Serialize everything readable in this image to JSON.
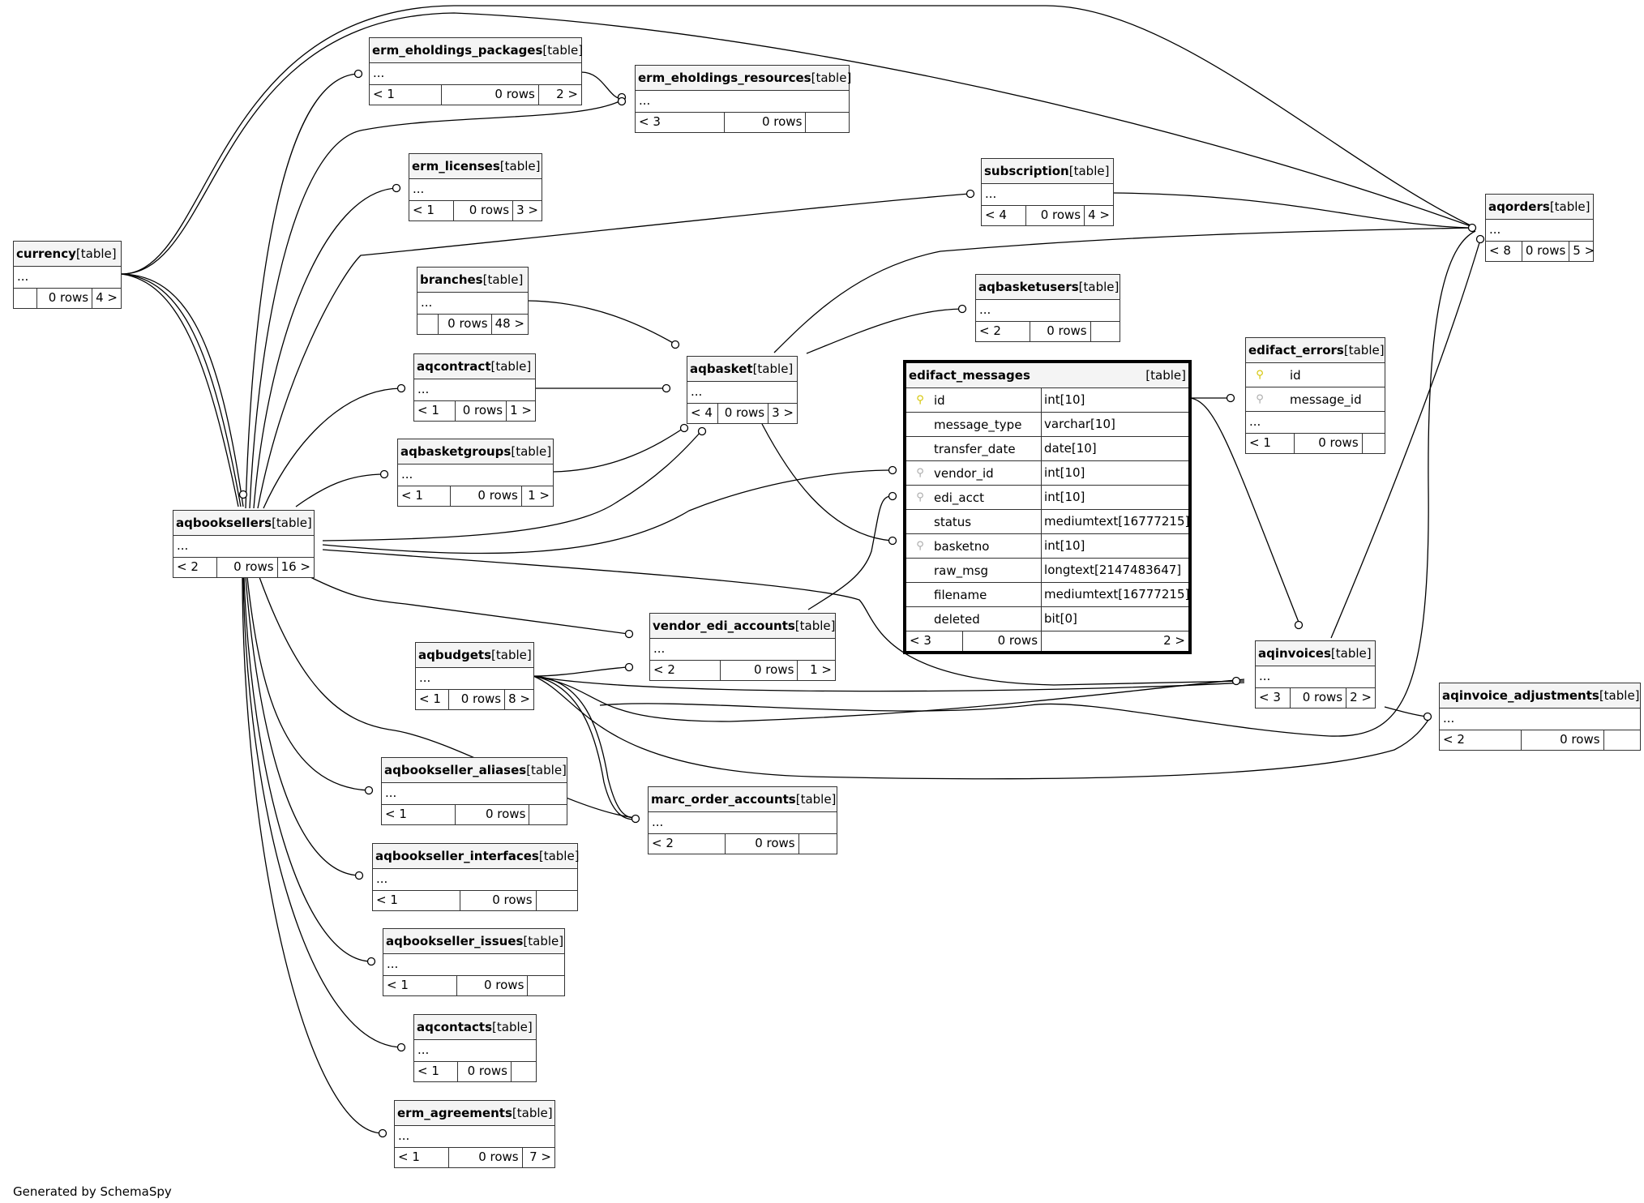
{
  "diagram": {
    "type_label": "[table]",
    "ellipsis": "...",
    "footer": "Generated by SchemaSpy",
    "key_icons": {
      "primary": "primary-key-icon",
      "foreign": "foreign-key-icon",
      "primary_color": "#d4c400",
      "foreign_color": "#aaaaaa"
    },
    "tables": {
      "erm_eholdings_packages": {
        "name": "erm_eholdings_packages",
        "parents": "< 1",
        "rows": "0 rows",
        "children": "2 >"
      },
      "erm_eholdings_resources": {
        "name": "erm_eholdings_resources",
        "parents": "< 3",
        "rows": "0 rows",
        "children": ""
      },
      "erm_licenses": {
        "name": "erm_licenses",
        "parents": "< 1",
        "rows": "0 rows",
        "children": "3 >"
      },
      "subscription": {
        "name": "subscription",
        "parents": "< 4",
        "rows": "0 rows",
        "children": "4 >"
      },
      "aqorders": {
        "name": "aqorders",
        "parents": "< 8",
        "rows": "0 rows",
        "children": "5 >"
      },
      "currency": {
        "name": "currency",
        "parents": "",
        "rows": "0 rows",
        "children": "4 >"
      },
      "branches": {
        "name": "branches",
        "parents": "",
        "rows": "0 rows",
        "children": "48 >"
      },
      "aqbasketusers": {
        "name": "aqbasketusers",
        "parents": "< 2",
        "rows": "0 rows",
        "children": ""
      },
      "aqcontract": {
        "name": "aqcontract",
        "parents": "< 1",
        "rows": "0 rows",
        "children": "1 >"
      },
      "aqbasket": {
        "name": "aqbasket",
        "parents": "< 4",
        "rows": "0 rows",
        "children": "3 >"
      },
      "aqbasketgroups": {
        "name": "aqbasketgroups",
        "parents": "< 1",
        "rows": "0 rows",
        "children": "1 >"
      },
      "aqbooksellers": {
        "name": "aqbooksellers",
        "parents": "< 2",
        "rows": "0 rows",
        "children": "16 >"
      },
      "vendor_edi_accounts": {
        "name": "vendor_edi_accounts",
        "parents": "< 2",
        "rows": "0 rows",
        "children": "1 >"
      },
      "aqbudgets": {
        "name": "aqbudgets",
        "parents": "< 1",
        "rows": "0 rows",
        "children": "8 >"
      },
      "aqinvoices": {
        "name": "aqinvoices",
        "parents": "< 3",
        "rows": "0 rows",
        "children": "2 >"
      },
      "aqinvoice_adjustments": {
        "name": "aqinvoice_adjustments",
        "parents": "< 2",
        "rows": "0 rows",
        "children": ""
      },
      "aqbookseller_aliases": {
        "name": "aqbookseller_aliases",
        "parents": "< 1",
        "rows": "0 rows",
        "children": ""
      },
      "marc_order_accounts": {
        "name": "marc_order_accounts",
        "parents": "< 2",
        "rows": "0 rows",
        "children": ""
      },
      "aqbookseller_interfaces": {
        "name": "aqbookseller_interfaces",
        "parents": "< 1",
        "rows": "0 rows",
        "children": ""
      },
      "aqbookseller_issues": {
        "name": "aqbookseller_issues",
        "parents": "< 1",
        "rows": "0 rows",
        "children": ""
      },
      "aqcontacts": {
        "name": "aqcontacts",
        "parents": "< 1",
        "rows": "0 rows",
        "children": ""
      },
      "erm_agreements": {
        "name": "erm_agreements",
        "parents": "< 1",
        "rows": "0 rows",
        "children": "7 >"
      },
      "edifact_errors": {
        "name": "edifact_errors",
        "parents": "< 1",
        "rows": "0 rows",
        "children": "",
        "columns": [
          {
            "name": "id",
            "key": "primary"
          },
          {
            "name": "message_id",
            "key": "foreign"
          }
        ]
      },
      "edifact_messages": {
        "name": "edifact_messages",
        "parents": "< 3",
        "rows": "0 rows",
        "children": "2 >",
        "columns": [
          {
            "name": "id",
            "type": "int[10]",
            "key": "primary"
          },
          {
            "name": "message_type",
            "type": "varchar[10]",
            "key": ""
          },
          {
            "name": "transfer_date",
            "type": "date[10]",
            "key": ""
          },
          {
            "name": "vendor_id",
            "type": "int[10]",
            "key": "foreign"
          },
          {
            "name": "edi_acct",
            "type": "int[10]",
            "key": "foreign"
          },
          {
            "name": "status",
            "type": "mediumtext[16777215]",
            "key": ""
          },
          {
            "name": "basketno",
            "type": "int[10]",
            "key": "foreign"
          },
          {
            "name": "raw_msg",
            "type": "longtext[2147483647]",
            "key": ""
          },
          {
            "name": "filename",
            "type": "mediumtext[16777215]",
            "key": ""
          },
          {
            "name": "deleted",
            "type": "bit[0]",
            "key": ""
          }
        ]
      }
    }
  }
}
